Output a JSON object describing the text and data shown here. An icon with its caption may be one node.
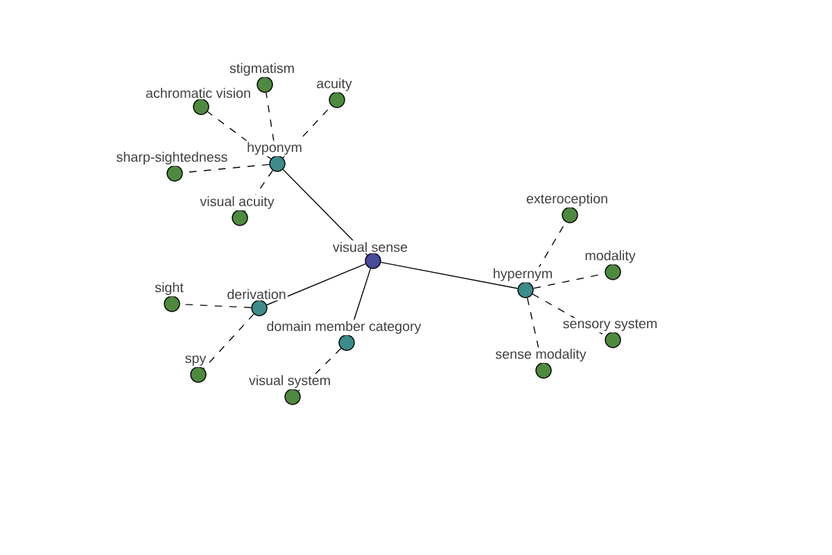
{
  "diagram": {
    "nodes": [
      {
        "text": [
          "visual sense"
        ]
      },
      {
        "text": [
          "hyponym"
        ]
      },
      {
        "text": [
          "derivation"
        ]
      },
      {
        "text": [
          "domain member category"
        ]
      },
      {
        "text": [
          "hypernym"
        ]
      },
      {
        "text": [
          "stigmatism"
        ]
      },
      {
        "text": [
          "achromatic vision"
        ]
      },
      {
        "text": [
          "acuity"
        ]
      },
      {
        "text": [
          "sharp-sightedness"
        ]
      },
      {
        "text": [
          "visual acuity"
        ]
      },
      {
        "text": [
          "sight"
        ]
      },
      {
        "text": [
          "spy"
        ]
      },
      {
        "text": [
          "visual system"
        ]
      },
      {
        "text": [
          "exteroception"
        ]
      },
      {
        "text": [
          "modality"
        ]
      },
      {
        "text": [
          "sensory system"
        ]
      },
      {
        "text": [
          "sense modality"
        ]
      }
    ],
    "edges": [
      {
        "from": 0,
        "to": 1,
        "arrow": "none"
      },
      {
        "from": 0,
        "to": 2,
        "arrow": "none"
      },
      {
        "from": 0,
        "to": 3,
        "arrow": "none"
      },
      {
        "from": 0,
        "to": 4,
        "arrow": "none"
      },
      {
        "from": 1,
        "to": 5,
        "arrow": "none",
        "style": "dashed"
      },
      {
        "from": 1,
        "to": 6,
        "arrow": "none",
        "style": "dashed"
      },
      {
        "from": 1,
        "to": 7,
        "arrow": "none",
        "style": "dashed"
      },
      {
        "from": 1,
        "to": 8,
        "arrow": "none",
        "style": "dashed"
      },
      {
        "from": 1,
        "to": 9,
        "arrow": "none",
        "style": "dashed"
      },
      {
        "from": 2,
        "to": 10,
        "arrow": "none",
        "style": "dashed"
      },
      {
        "from": 2,
        "to": 11,
        "arrow": "none",
        "style": "dashed"
      },
      {
        "from": 3,
        "to": 12,
        "arrow": "none",
        "style": "dashed"
      },
      {
        "from": 4,
        "to": 13,
        "arrow": "none",
        "style": "dashed"
      },
      {
        "from": 4,
        "to": 14,
        "arrow": "none",
        "style": "dashed"
      },
      {
        "from": 4,
        "to": 15,
        "arrow": "none",
        "style": "dashed"
      },
      {
        "from": 4,
        "to": 16,
        "arrow": "none",
        "style": "dashed"
      }
    ]
  }
}
